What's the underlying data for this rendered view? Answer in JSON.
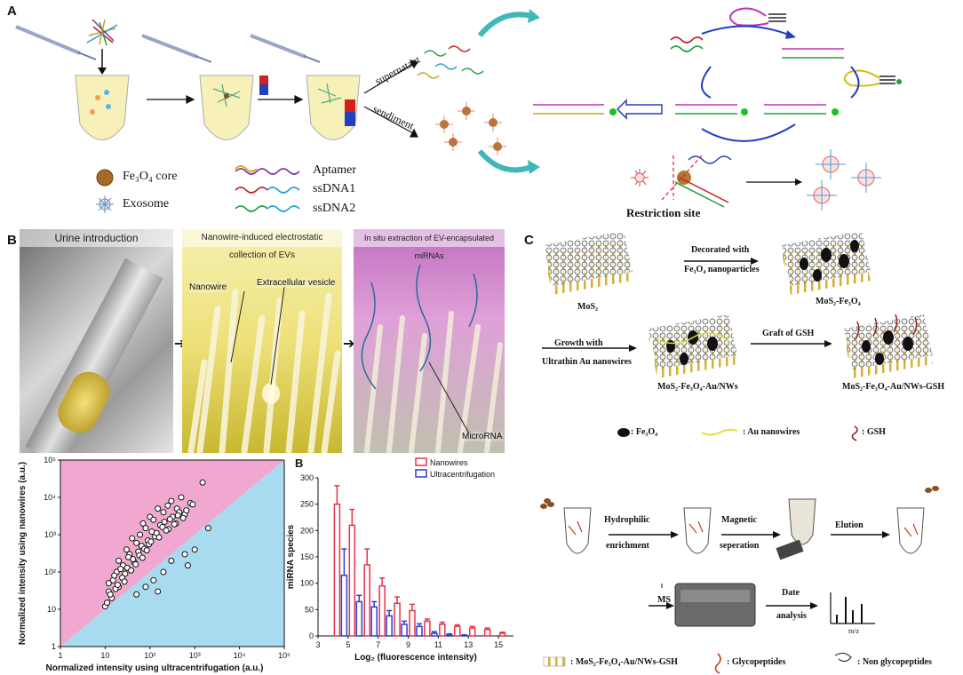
{
  "panel_a": {
    "letter": "A",
    "supernatant": "supernatant",
    "sediment": "sendiment",
    "legend": {
      "core": "Fe₃O₄ core",
      "exosome": "Exosome",
      "aptamer": "Aptamer",
      "ssdna1": "ssDNA1",
      "ssdna2": "ssDNA2"
    },
    "restriction": "Restriction site"
  },
  "panel_b": {
    "letter": "B",
    "photo1_title": "Urine introduction",
    "photo2_title": "Nanowire-induced electrostatic collection of EVs",
    "photo3_title": "In situ extraction of EV-encapsulated miRNAs",
    "nanowire_tag": "Nanowire",
    "vesicle_tag": "Extracellular vesicle",
    "microrna_tag": "MicroRNA",
    "sub_letter": "B"
  },
  "panel_c": {
    "letter": "C",
    "mos2": "MoS₂",
    "decorated": "Decorated with",
    "decorated2": "Fe₃O₄ nanoparticles",
    "mos2_fe": "MoS₂-Fe₃O₄",
    "growth": "Growth with",
    "growth2": "Ultrathin Au nanowires",
    "graft": "Graft of GSH",
    "mos2_au": "MoS₂-Fe₃O₄-Au/NWs",
    "mos2_gsh": "MoS₂-Fe₃O₄-Au/NWs-GSH",
    "legend_fe": ": Fe₃O₄",
    "legend_au": ": Au nanowires",
    "legend_gsh": ": GSH",
    "step_hydro": "Hydrophilic",
    "step_hydro2": "enrichment",
    "step_mag": "Magnetic",
    "step_mag2": "seperation",
    "step_elution": "Elution",
    "ms": "MS",
    "date": "Date",
    "date2": "analysis",
    "mz": "m/z",
    "bottom_legend1": ": MoS₂-Fe₃O₄-Au/NWs-GSH",
    "bottom_legend2": ": Glycopeptides",
    "bottom_legend3": ": Non glycopeptides"
  },
  "chart_data": [
    {
      "type": "scatter",
      "xlabel": "Normalized intensity using ultracentrifugation (a.u.)",
      "ylabel": "Normalized intensity using nanowires (a.u.)",
      "xscale": "log",
      "yscale": "log",
      "xlim": [
        1,
        100000
      ],
      "ylim": [
        1,
        100000
      ],
      "xticks": [
        "1",
        "10",
        "10²",
        "10³",
        "10⁴",
        "10⁵"
      ],
      "yticks": [
        "1",
        "10",
        "10²",
        "10³",
        "10⁴",
        "10⁵"
      ],
      "regions": {
        "upper_left_color": "#f0a8d0",
        "lower_right_color": "#a8daf0"
      },
      "points": [
        [
          10,
          12
        ],
        [
          12,
          30
        ],
        [
          15,
          60
        ],
        [
          18,
          100
        ],
        [
          20,
          200
        ],
        [
          25,
          150
        ],
        [
          30,
          400
        ],
        [
          35,
          300
        ],
        [
          40,
          800
        ],
        [
          50,
          600
        ],
        [
          60,
          1000
        ],
        [
          70,
          2000
        ],
        [
          80,
          1500
        ],
        [
          100,
          3000
        ],
        [
          120,
          2500
        ],
        [
          150,
          5000
        ],
        [
          200,
          4000
        ],
        [
          250,
          6000
        ],
        [
          300,
          8000
        ],
        [
          400,
          5000
        ],
        [
          500,
          10000
        ],
        [
          1500,
          25000
        ],
        [
          12,
          50
        ],
        [
          14,
          20
        ],
        [
          16,
          80
        ],
        [
          20,
          40
        ],
        [
          22,
          120
        ],
        [
          28,
          90
        ],
        [
          33,
          250
        ],
        [
          45,
          180
        ],
        [
          55,
          350
        ],
        [
          65,
          500
        ],
        [
          90,
          700
        ],
        [
          110,
          1200
        ],
        [
          130,
          900
        ],
        [
          170,
          1800
        ],
        [
          210,
          2200
        ],
        [
          260,
          1400
        ],
        [
          320,
          3000
        ],
        [
          380,
          2000
        ],
        [
          450,
          4000
        ],
        [
          600,
          3500
        ],
        [
          800,
          7000
        ],
        [
          50,
          25
        ],
        [
          80,
          40
        ],
        [
          120,
          60
        ],
        [
          200,
          100
        ],
        [
          300,
          200
        ],
        [
          600,
          300
        ],
        [
          2000,
          1500
        ],
        [
          1000,
          400
        ],
        [
          700,
          150
        ],
        [
          150,
          30
        ],
        [
          11,
          15
        ],
        [
          13,
          25
        ],
        [
          17,
          35
        ],
        [
          19,
          45
        ],
        [
          24,
          70
        ],
        [
          27,
          55
        ],
        [
          31,
          130
        ],
        [
          38,
          110
        ],
        [
          42,
          220
        ],
        [
          48,
          160
        ],
        [
          58,
          280
        ],
        [
          68,
          240
        ],
        [
          75,
          420
        ],
        [
          85,
          380
        ],
        [
          95,
          550
        ],
        [
          105,
          650
        ],
        [
          140,
          1100
        ],
        [
          160,
          850
        ],
        [
          190,
          1600
        ],
        [
          230,
          1300
        ],
        [
          280,
          2600
        ],
        [
          350,
          1900
        ],
        [
          420,
          3300
        ],
        [
          550,
          2800
        ],
        [
          650,
          4500
        ],
        [
          900,
          6500
        ]
      ]
    },
    {
      "type": "bar",
      "xlabel": "Log₂ (fluorescence intensity)",
      "ylabel": "miRNA species",
      "ylim": [
        0,
        300
      ],
      "xlim": [
        3,
        16
      ],
      "xticks": [
        "3",
        "5",
        "7",
        "9",
        "11",
        "13",
        "15"
      ],
      "yticks": [
        "0",
        "50",
        "100",
        "150",
        "200",
        "250",
        "300"
      ],
      "x": [
        4.5,
        5.5,
        6.5,
        7.5,
        8.5,
        9.5,
        10.5,
        11.5,
        12.5,
        13.5,
        14.5,
        15.5
      ],
      "series": [
        {
          "name": "Nanowires",
          "color": "#e8324a",
          "values": [
            250,
            210,
            135,
            95,
            62,
            48,
            28,
            22,
            18,
            15,
            12,
            5
          ],
          "errors": [
            35,
            30,
            30,
            15,
            12,
            12,
            4,
            4,
            3,
            3,
            3,
            2
          ]
        },
        {
          "name": "Ultracentrifugation",
          "color": "#2a3fd0",
          "values": [
            115,
            65,
            55,
            38,
            22,
            18,
            5,
            2,
            1,
            0,
            0,
            0
          ],
          "errors": [
            50,
            12,
            10,
            10,
            6,
            5,
            3,
            2,
            1,
            0,
            0,
            0
          ]
        }
      ]
    }
  ]
}
